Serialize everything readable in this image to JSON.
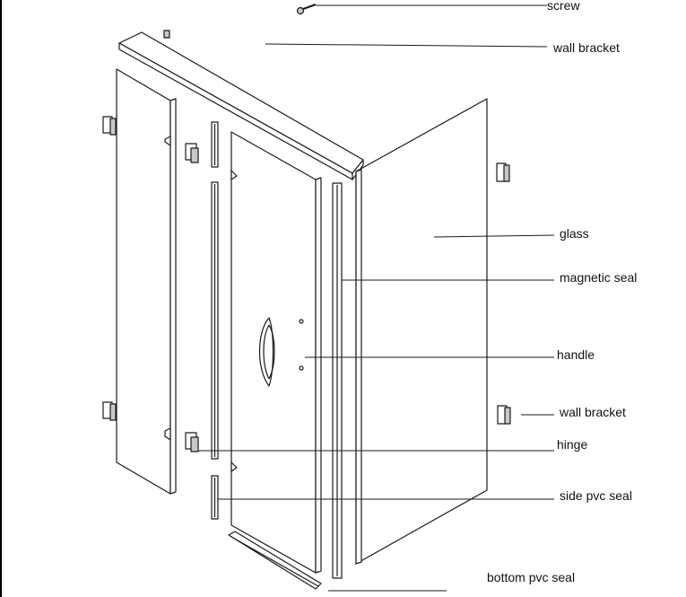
{
  "labels": {
    "screw": "screw",
    "wall_bracket_top": "wall bracket",
    "glass": "glass",
    "magnetic_seal": "magnetic seal",
    "handle": "handle",
    "wall_bracket_side": "wall bracket",
    "hinge": "hinge",
    "side_pvc_seal": "side pvc seal",
    "bottom_pvc_seal": "bottom pvc seal"
  },
  "colors": {
    "line": "#1a1a1a",
    "fill": "#ffffff",
    "fitting": "#c8c8c8"
  },
  "icons": [
    "screw-icon",
    "bracket-icon",
    "hinge-icon",
    "handle-icon"
  ]
}
